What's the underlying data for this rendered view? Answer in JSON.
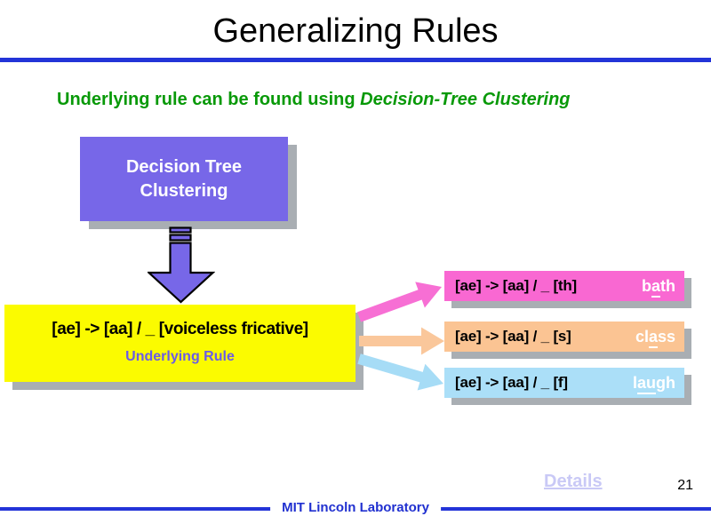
{
  "slide": {
    "title": "Generalizing Rules",
    "page_number": "21"
  },
  "heading": {
    "text": "Underlying rule can be found using ",
    "emphasis": "Decision-Tree Clustering"
  },
  "decision_box": {
    "line1": "Decision Tree",
    "line2": "Clustering"
  },
  "rule_box": {
    "rule": "[ae] -> [aa] / _ [voiceless fricative]",
    "caption": "Underlying Rule"
  },
  "examples": [
    {
      "rule": "[ae] -> [aa] / _ [th]",
      "word": "bath",
      "word_prefix": "b",
      "word_underlined": "a",
      "word_suffix": "th",
      "box_color": "#F968D2",
      "arrow_color": "#F76FD4"
    },
    {
      "rule": "[ae] -> [aa] / _ [s]",
      "word": "class",
      "word_prefix": "cl",
      "word_underlined": "a",
      "word_suffix": "ss",
      "box_color": "#FBC493",
      "arrow_color": "#FAC79B"
    },
    {
      "rule": "[ae] -> [aa] / _ [f]",
      "word": "laugh",
      "word_prefix": "l",
      "word_underlined": "au",
      "word_suffix": "gh",
      "box_color": "#ABDFF8",
      "arrow_color": "#A6DCF6"
    }
  ],
  "footer": {
    "label": "MIT Lincoln Laboratory",
    "details_link": "Details"
  },
  "colors": {
    "divider_blue": "#2334D8",
    "heading_green": "#089908",
    "decision_box_fill": "#7767E8",
    "arrow_purple": "#7767E8",
    "rule_box_fill": "#FBFB00",
    "caption_purple": "#6A5BE8",
    "shadow_gray": "#A9AEB3",
    "word_white": "#FFFFFF",
    "details_link": "#C9C9F6",
    "footer_blue": "#2030D0"
  }
}
